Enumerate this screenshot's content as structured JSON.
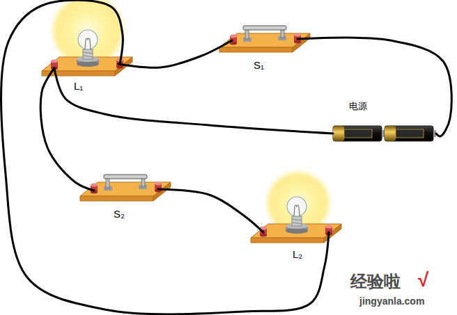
{
  "diagram": {
    "labels": [
      "L₁",
      "S₁",
      "电源",
      "S₂",
      "L₂",
      "经验啦",
      "√",
      "jingyanla.com"
    ]
  }
}
